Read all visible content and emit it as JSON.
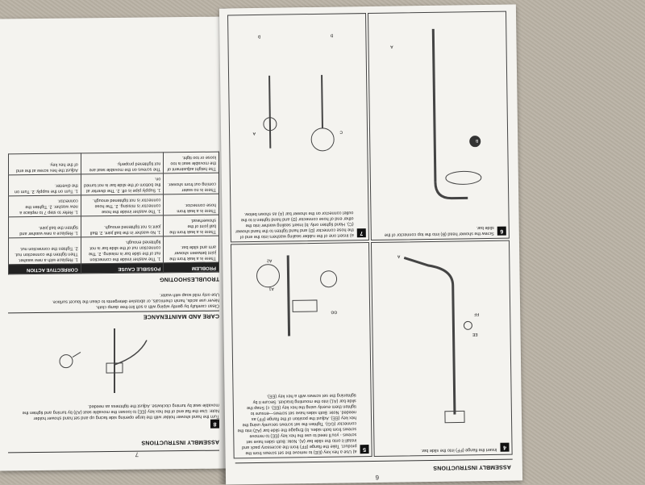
{
  "left_page": {
    "page_number": "7",
    "section_header": "ASSEMBLY INSTRUCTIONS",
    "step8_title": "Turn the hand shower holder with the large opening side facing up and set hand shower holder",
    "step8_note": "Note: Use the flat end of the hex key (EE) to loosen the movable seat (A3) by turning and tighten the movable seat by turning clockwise. Adjust the tightness as needed.",
    "care_header": "CARE AND MAINTENANCE",
    "care_items": [
      "Clean carefully by gently wiping with a soft lint-free damp cloth.",
      "Never use acids, harsh chemicals, or abrasive detergents to clean the faucet surface.",
      "Use only mild soap with water."
    ],
    "troubleshooting_header": "TROUBLESHOOTING",
    "table_headers": [
      "PROBLEM",
      "POSSIBLE CAUSE",
      "CORRECTIVE ACTION"
    ],
    "table_rows": [
      [
        "There is a leak from the joint between shower arm and slide bar.",
        "1. The washer inside the connection nut of the slide bar is missing. 2. The connection nut of the slide bar is not tightened enough.",
        "1. Replace with a new washer. Then tighten the connection nut. 2. Tighten the connection nut."
      ],
      [
        "There is a leak from the ball joint of the showerhead.",
        "1. No washer in the ball joint. 2. Ball joint is not tightened enough.",
        "1. Replace a new washer and tighten the ball joint."
      ],
      [
        "There is a leak from hose connector.",
        "1. The washer inside the hose connector is missing. 2. The hose connector is not tightened enough.",
        "1. Refer to step 7 to replace a new washer. 2. Tighten the connector."
      ],
      [
        "There is no water coming out from shower.",
        "1. Supply pipe is off. 2. The diverter at the bottom of the slide bar is not turned on.",
        "1. Turn on the supply. 2. Turn on the diverter."
      ],
      [
        "The height adjustment of the movable seat is too loose or too tight.",
        "The screws on the movable seat are not tightened properly.",
        "Adjust the hex screw at the end of the hex key."
      ]
    ]
  },
  "right_page": {
    "page_number": "6",
    "section_header": "ASSEMBLY INSTRUCTIONS",
    "step4_number": "4",
    "step4_text": "Insert the flange (FF) into the slide bar.",
    "step5_number": "5",
    "step5_text": "a) Use a hex key (EE) to remove the set screws from the product. Take the flange (FF) from the accessory pack and install it onto the slide bar (A). Note: Both sides have set screws - you'll need to use the hex key (EE) to remove screws from both sides. b) Engage the slide bar (A2) into the connector (GG). Tighten the set screws securely using the hex key (EE). Adjust the position of the flange (FF) as needed. Note: Both sides have set screws—ensure to tighten them evenly using the hex key (EE). c) Snap the slide bar (A1) into the mounting bracket. Secure it by tightening the set screws with a hex key (EE).",
    "step6_number": "6",
    "step6_text": "Screw the shower head (B) into the top connector of the slide bar.",
    "step7_number": "7",
    "step7_text": "a) Insert one of the rubber sealing washers into the end of the hose connector (D) and hand tighten to the hand shower (C). Hand tighten only. b) Insert sealing washer into the other end of hose connector (D) and hand tighten it to the outlet connector on the shower bar (A) as shown below.",
    "labels": [
      "A",
      "B",
      "C",
      "D",
      "EE",
      "FF",
      "GG",
      "A1",
      "A2"
    ]
  }
}
